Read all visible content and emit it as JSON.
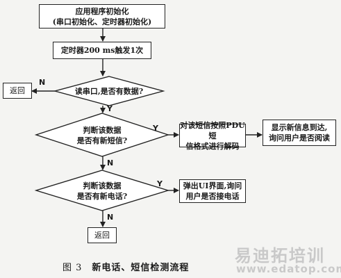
{
  "nodes": {
    "init": "应用程序初始化\n(串口初始化、定时器初始化)",
    "timer": "定时器200 ms触发1次",
    "read_serial": "读串口,是否有数据?",
    "is_sms": "判断该数据\n是否有新短信?",
    "is_call": "判断该数据\n是否有新电话?",
    "decode_pdu": "对该短信按照PDU短\n信格式进行解码",
    "show_sms": "显示新信息到达,\n询问用户是否阅读",
    "popup_call": "弹出UI界面,询问\n用户是否接电话",
    "return_top": "返回",
    "return_bottom": "返回"
  },
  "edge_labels": {
    "read_no": "N",
    "read_yes": "Y",
    "sms_yes": "Y",
    "sms_no": "N",
    "call_yes": "Y",
    "call_no": "N"
  },
  "caption": {
    "figure_number": "图 3",
    "title": "新电话、短信检测流程"
  },
  "watermark": {
    "cn": "易迪拓培训",
    "url": "www.edatop.com"
  }
}
